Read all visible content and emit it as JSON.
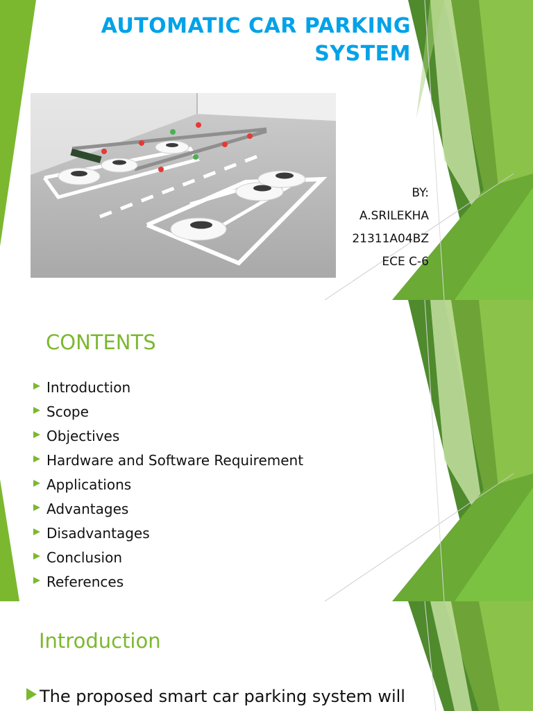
{
  "slide1": {
    "title_line1": "AUTOMATIC CAR PARKING",
    "title_line2": "SYSTEM",
    "by_label": "BY:",
    "author": "A.SRILEKHA",
    "roll_no": "21311A04BZ",
    "class": "ECE C-6",
    "title_color": "#00a2e8"
  },
  "slide2": {
    "heading": "CONTENTS",
    "items": [
      "Introduction",
      "Scope",
      "Objectives",
      "Hardware and Software Requirement",
      "Applications",
      "Advantages",
      "Disadvantages",
      "Conclusion",
      "References"
    ]
  },
  "slide3": {
    "heading": "Introduction",
    "paragraph": "The proposed smart car parking system will overcome all the challenges and difficulties"
  },
  "theme": {
    "accent_green": "#7cb82f",
    "bullet_icon": "arrow-bullet-icon"
  }
}
